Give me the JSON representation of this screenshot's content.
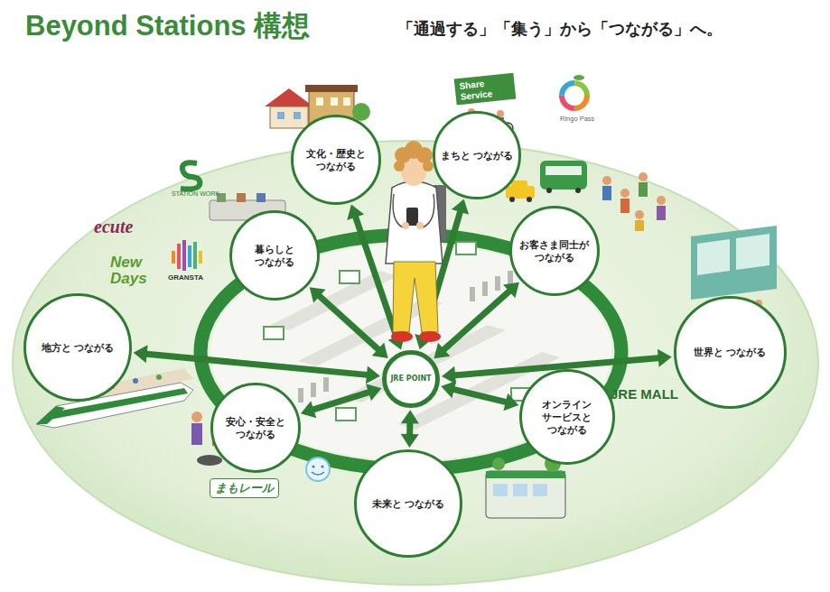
{
  "diagram": {
    "title": "Beyond Stations 構想",
    "nodes": [
      {
        "text": [
          "文化・歴史と つながる"
        ]
      },
      {
        "text": [
          "まちと つながる"
        ]
      },
      {
        "text": [
          "暮らしと つながる"
        ]
      },
      {
        "text": [
          "お客さま同士が つながる"
        ]
      },
      {
        "text": [
          "地方と つながる"
        ]
      },
      {
        "text": [
          "世界と つながる"
        ]
      },
      {
        "text": [
          "JRE POINT"
        ]
      },
      {
        "text": [
          "安心・安全と つながる"
        ]
      },
      {
        "text": [
          "オンライン サービスと つながる"
        ]
      },
      {
        "text": [
          "未来と つながる"
        ]
      }
    ],
    "edges": [
      {
        "from": 6,
        "to": 0,
        "arrow": "both"
      },
      {
        "from": 6,
        "to": 1,
        "arrow": "both"
      },
      {
        "from": 6,
        "to": 2,
        "arrow": "both"
      },
      {
        "from": 6,
        "to": 3,
        "arrow": "both"
      },
      {
        "from": 6,
        "to": 4,
        "arrow": "both"
      },
      {
        "from": 6,
        "to": 5,
        "arrow": "both"
      },
      {
        "from": 6,
        "to": 7,
        "arrow": "both"
      },
      {
        "from": 6,
        "to": 8,
        "arrow": "both"
      },
      {
        "from": 6,
        "to": 9,
        "arrow": "both"
      }
    ],
    "labels": [
      "「通過する」「集う」から「つながる」へ。",
      "Share Service",
      "Ringo Pass",
      "STATION WORK",
      "ecute",
      "New Days",
      "GRANSTA",
      "JRE MALL",
      "まもレール"
    ]
  }
}
